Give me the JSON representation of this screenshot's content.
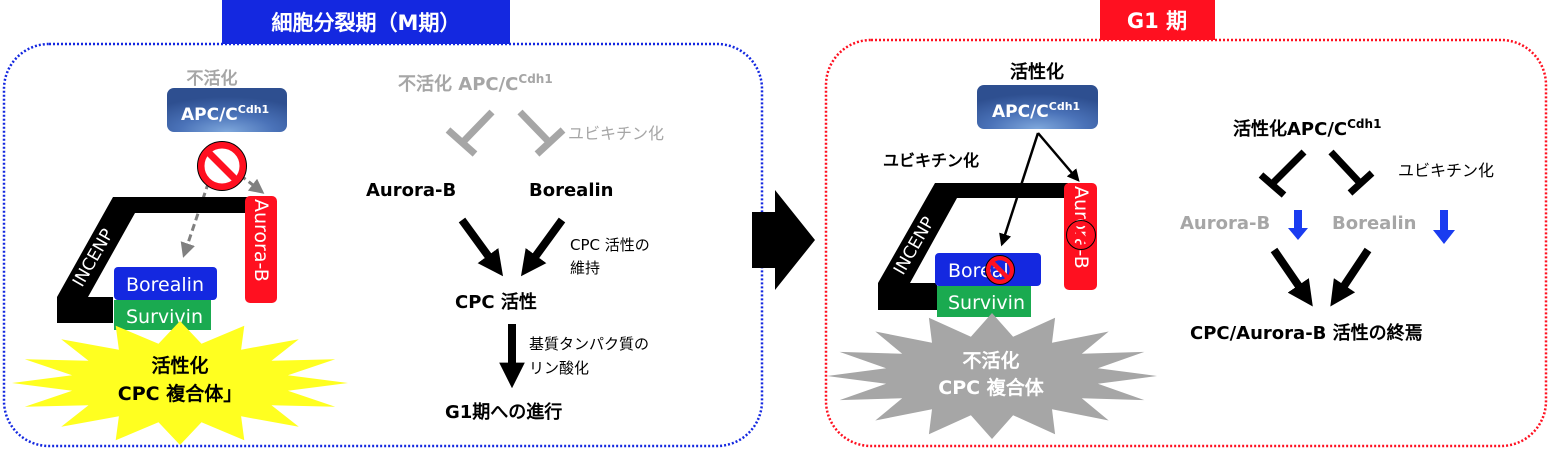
{
  "colors": {
    "mitosis": "#1428e0",
    "g1": "#ff1020",
    "apc": "#3f62a8",
    "borealin": "#1428e0",
    "survivin": "#1aaa50",
    "aurora": "#ff1020",
    "active_burst": "#ffff20",
    "inactive_burst": "#a6a6a6",
    "down_arrow": "#1a3cf0",
    "gray_text": "#a6a6a6"
  },
  "mitosis": {
    "title": "細胞分裂期（M期）",
    "apc_state": "不活化",
    "apc_label": "APC/C",
    "apc_sup": "Cdh1",
    "incenp": "INCENP",
    "borealin": "Borealin",
    "survivin": "Survivin",
    "aurora": "Aurora-B",
    "burst_line1": "活性化",
    "burst_line2": "CPC 複合体」",
    "flow": {
      "apc": "不活化 APC/C",
      "apc_sup": "Cdh1",
      "ubiquitination": "ユビキチン化",
      "aurora": "Aurora-B",
      "borealin": "Borealin",
      "maintain_line1": "CPC 活性の",
      "maintain_line2": "維持",
      "cpc_activity": "CPC 活性",
      "phospho_line1": "基質タンパク質の",
      "phospho_line2": "リン酸化",
      "progress": "G1期への進行"
    }
  },
  "g1": {
    "title": "G1 期",
    "apc_state": "活性化",
    "apc_label": "APC/C",
    "apc_sup": "Cdh1",
    "ubiquitination": "ユビキチン化",
    "incenp": "INCENP",
    "borealin": "Boreali",
    "survivin": "Survivin",
    "aurora": "Aurora-B",
    "burst_line1": "不活化",
    "burst_line2": "CPC 複合体",
    "flow": {
      "apc": "活性化APC/C",
      "apc_sup": "Cdh1",
      "ubiquitination": "ユビキチン化",
      "aurora": "Aurora-B",
      "borealin": "Borealin",
      "result": "CPC/Aurora-B 活性の終焉"
    }
  }
}
